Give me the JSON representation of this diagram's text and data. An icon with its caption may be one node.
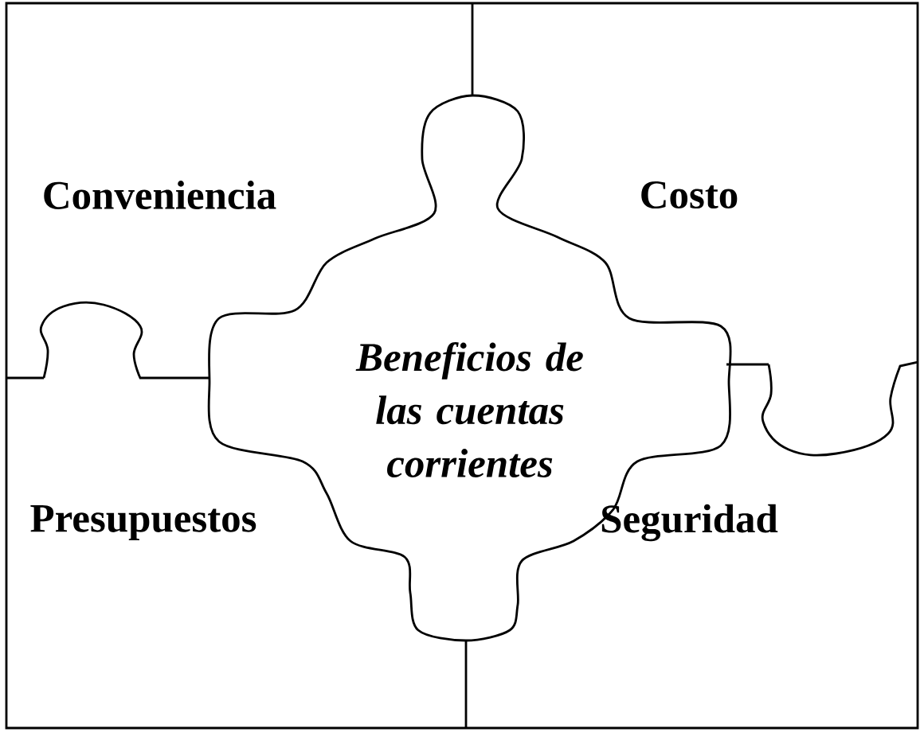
{
  "diagram": {
    "nodes": [
      {
        "text": [
          "Conveniencia"
        ]
      },
      {
        "text": [
          "Costo"
        ]
      },
      {
        "text": [
          "Beneficios de las cuentas corrientes"
        ]
      },
      {
        "text": [
          "Presupuestos"
        ]
      },
      {
        "text": [
          "Seguridad"
        ]
      }
    ]
  }
}
